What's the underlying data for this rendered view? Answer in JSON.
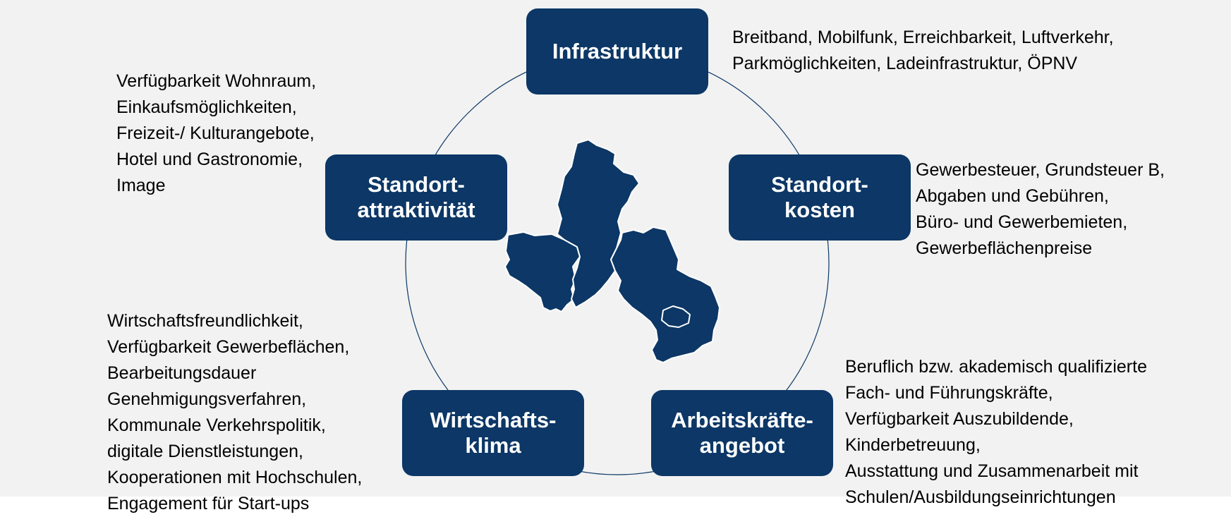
{
  "colors": {
    "background": "#f2f2f2",
    "box_fill": "#0c3766",
    "box_text": "#ffffff",
    "circle_stroke": "#0c3766",
    "map_fill": "#0c3766",
    "map_outline": "#ffffff"
  },
  "factors": {
    "infrastruktur": {
      "label": "Infrastruktur",
      "details": [
        "Breitband, Mobilfunk, Erreichbarkeit, Luftverkehr,",
        "Parkmöglichkeiten, Ladeinfrastruktur, ÖPNV"
      ]
    },
    "standortkosten": {
      "label": "Standort-\nkosten",
      "details": [
        "Gewerbesteuer, Grundsteuer B,",
        "Abgaben und Gebühren,",
        "Büro- und Gewerbemieten,",
        "Gewerbeflächenpreise"
      ]
    },
    "arbeitskraefteangebot": {
      "label": "Arbeitskräfte-\nangebot",
      "details": [
        "Beruflich bzw. akademisch qualifizierte",
        "Fach- und Führungskräfte,",
        "Verfügbarkeit Auszubildende,",
        "Kinderbetreuung,",
        "Ausstattung und Zusammenarbeit mit",
        "Schulen/Ausbildungseinrichtungen"
      ]
    },
    "wirtschaftsklima": {
      "label": "Wirtschafts-\nklima",
      "details": [
        "Wirtschaftsfreundlichkeit,",
        "Verfügbarkeit Gewerbeflächen,",
        "Bearbeitungsdauer",
        "Genehmigungsverfahren,",
        "Kommunale Verkehrspolitik,",
        "digitale Dienstleistungen,",
        "Kooperationen mit Hochschulen,",
        "Engagement für Start-ups"
      ]
    },
    "standortattraktivitaet": {
      "label": "Standort-\nattraktivität",
      "details": [
        "Verfügbarkeit Wohnraum,",
        "Einkaufsmöglichkeiten,",
        "Freizeit-/ Kulturangebote,",
        "Hotel und Gastronomie,",
        "Image"
      ]
    }
  },
  "map": {
    "icon": "region-map-icon"
  }
}
